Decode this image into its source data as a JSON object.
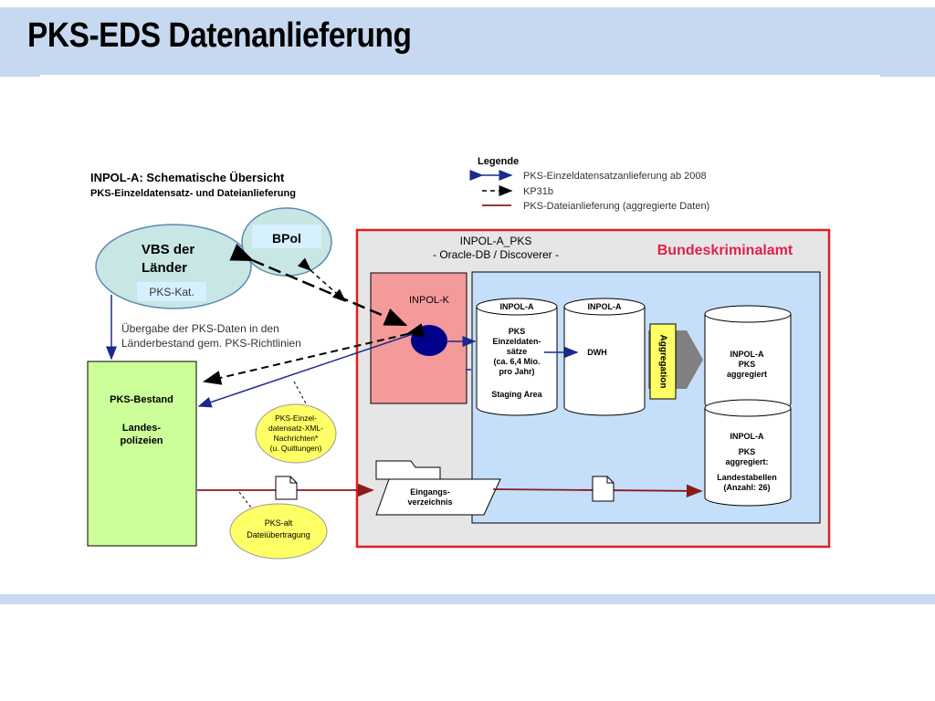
{
  "slide": {
    "title": "PKS-EDS Datenanlieferung"
  },
  "diagram": {
    "heading": "INPOL-A: Schematische Übersicht",
    "subheading": "PKS-Einzeldatensatz- und Dateianlieferung",
    "legend": {
      "title": "Legende",
      "items": [
        {
          "label": "PKS-Einzeldatensatzanlieferung ab 2008",
          "color": "#1a2a8c"
        },
        {
          "label": "KP31b",
          "color": "#000000"
        },
        {
          "label": "PKS-Dateianlieferung (aggregierte Daten)",
          "color": "#8b1a1a"
        }
      ]
    },
    "vbs": {
      "line1": "VBS der",
      "line2": "Länder",
      "sub": "PKS-Kat."
    },
    "bpol": "BPol",
    "transfer_note": {
      "line1": "Übergabe der PKS-Daten in den",
      "line2": "Länderbestand gem. PKS-Richtlinien"
    },
    "pks_bestand": {
      "title": "PKS-Bestand",
      "line1": "Landes-",
      "line2": "polizeien"
    },
    "xml_note": [
      "PKS-Einzel-",
      "datensatz-XML-",
      "Nachrichten*",
      "(u. Quittungen)"
    ],
    "alt_note": [
      "PKS-alt",
      "Dateiübertragung"
    ],
    "inpol_pks": {
      "line1": "INPOL-A_PKS",
      "line2": "- Oracle-DB / Discoverer -"
    },
    "bka": "Bundeskriminalamt",
    "inpol_k": "INPOL-K",
    "staging": {
      "header": "INPOL-A",
      "lines": [
        "PKS",
        "Einzeldaten-",
        "sätze",
        "(ca. 6,4 Mio.",
        "pro Jahr)"
      ],
      "footer": "Staging Area"
    },
    "dwh": {
      "header": "INPOL-A",
      "label": "DWH"
    },
    "aggregation": "Aggregation",
    "agg_db": {
      "lines": [
        "INPOL-A",
        "PKS",
        "aggregiert"
      ]
    },
    "land_db": {
      "header": "INPOL-A",
      "lines": [
        "PKS",
        "aggregiert:",
        "Landestabellen",
        "(Anzahl:  26)"
      ]
    },
    "eingang": {
      "line1": "Eingangs-",
      "line2": "verzeichnis"
    }
  }
}
